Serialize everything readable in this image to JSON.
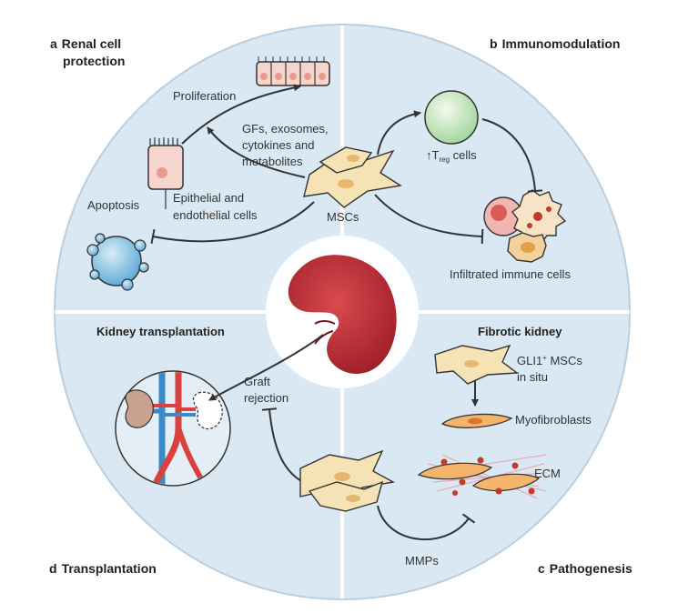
{
  "panels": {
    "a": {
      "letter": "a",
      "title_line1": "Renal cell",
      "title_line2": "protection"
    },
    "b": {
      "letter": "b",
      "title": "Immunomodulation"
    },
    "c": {
      "letter": "c",
      "title": "Pathogenesis"
    },
    "d": {
      "letter": "d",
      "title": "Transplantation"
    }
  },
  "labels": {
    "proliferation": "Proliferation",
    "gfs_line1": "GFs, exosomes,",
    "gfs_line2": "cytokines and",
    "gfs_line3": "metabolites",
    "apoptosis": "Apoptosis",
    "epithelial_line1": "Epithelial and",
    "epithelial_line2": "endothelial cells",
    "mscs": "MSCs",
    "treg_arrow": "↑T",
    "treg_sub": "reg",
    "treg_cells": " cells",
    "infiltrated": "Infiltrated immune cells",
    "kidney_transplantation": "Kidney transplantation",
    "graft_line1": "Graft",
    "graft_line2": "rejection",
    "fibrotic_kidney": "Fibrotic kidney",
    "gli1_prefix": "GLI1",
    "gli1_sup": "+",
    "gli1_suffix": " MSCs",
    "in_situ": "in situ",
    "myofibroblasts": "Myofibroblasts",
    "ecm": "ECM",
    "mmps": "MMPs"
  },
  "colors": {
    "circle_fill": "#d9e8f3",
    "divider": "#ffffff",
    "kidney": "#b3262f",
    "msc_fill": "#f6e3b5",
    "arrow": "#333333"
  }
}
